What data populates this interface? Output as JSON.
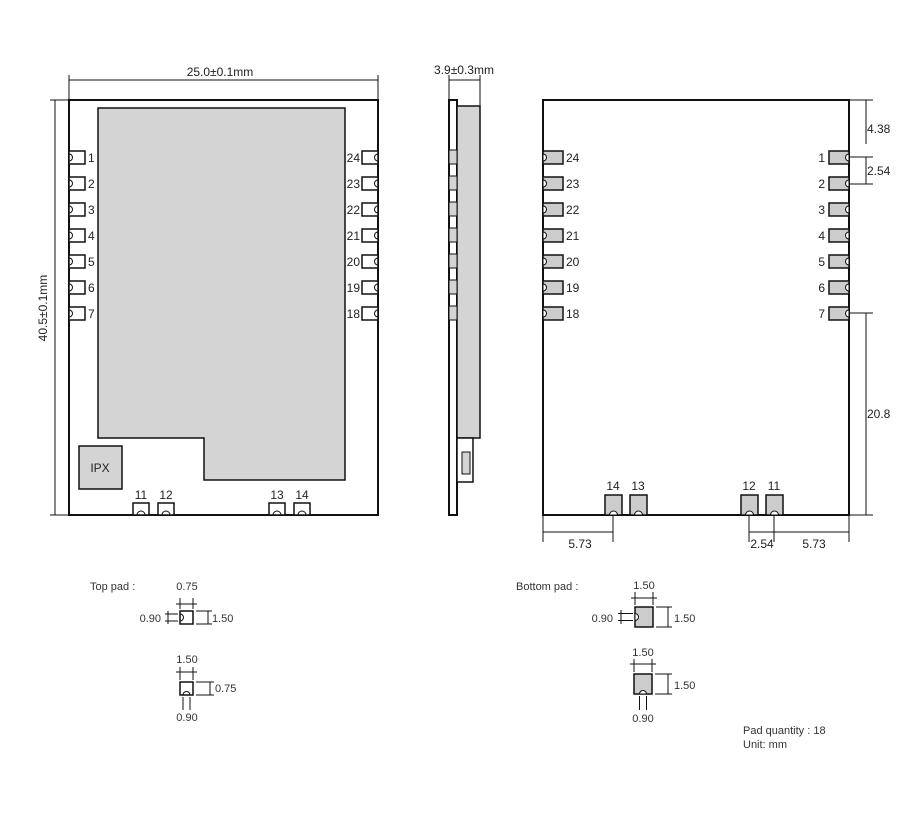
{
  "top_view": {
    "width_dim": "25.0±0.1mm",
    "height_dim": "40.5±0.1mm",
    "ipx_label": "IPX",
    "left_pins": [
      "1",
      "2",
      "3",
      "4",
      "5",
      "6",
      "7"
    ],
    "right_pins": [
      "24",
      "23",
      "22",
      "21",
      "20",
      "19",
      "18"
    ],
    "bottom_pins": [
      "11",
      "12",
      "13",
      "14"
    ]
  },
  "side_view": {
    "thickness_dim": "3.9±0.3mm"
  },
  "bottom_view": {
    "left_pins": [
      "24",
      "23",
      "22",
      "21",
      "20",
      "19",
      "18"
    ],
    "right_pins": [
      "1",
      "2",
      "3",
      "4",
      "5",
      "6",
      "7"
    ],
    "bottom_pins": [
      "14",
      "13",
      "12",
      "11"
    ],
    "dim_top": "4.38",
    "dim_pitch": "2.54",
    "dim_right_long": "20.8",
    "dim_bottom_left": "5.73",
    "dim_bottom_pitch": "2.54",
    "dim_bottom_right": "5.73"
  },
  "top_pad": {
    "title": "Top pad :",
    "h_width": "0.75",
    "h_gap": "0.90",
    "h_len": "1.50",
    "v_width": "1.50",
    "v_len": "0.75",
    "v_gap": "0.90"
  },
  "bottom_pad": {
    "title": "Bottom pad :",
    "h_width": "1.50",
    "h_gap": "0.90",
    "h_len": "1.50",
    "v_width": "1.50",
    "v_len": "1.50",
    "v_gap": "0.90"
  },
  "notes": {
    "pad_quantity": "Pad quantity : 18",
    "unit": "Unit:  mm"
  },
  "colors": {
    "shield": "#d4d4d4",
    "pad_fill": "#cccccc",
    "line": "#111111"
  }
}
